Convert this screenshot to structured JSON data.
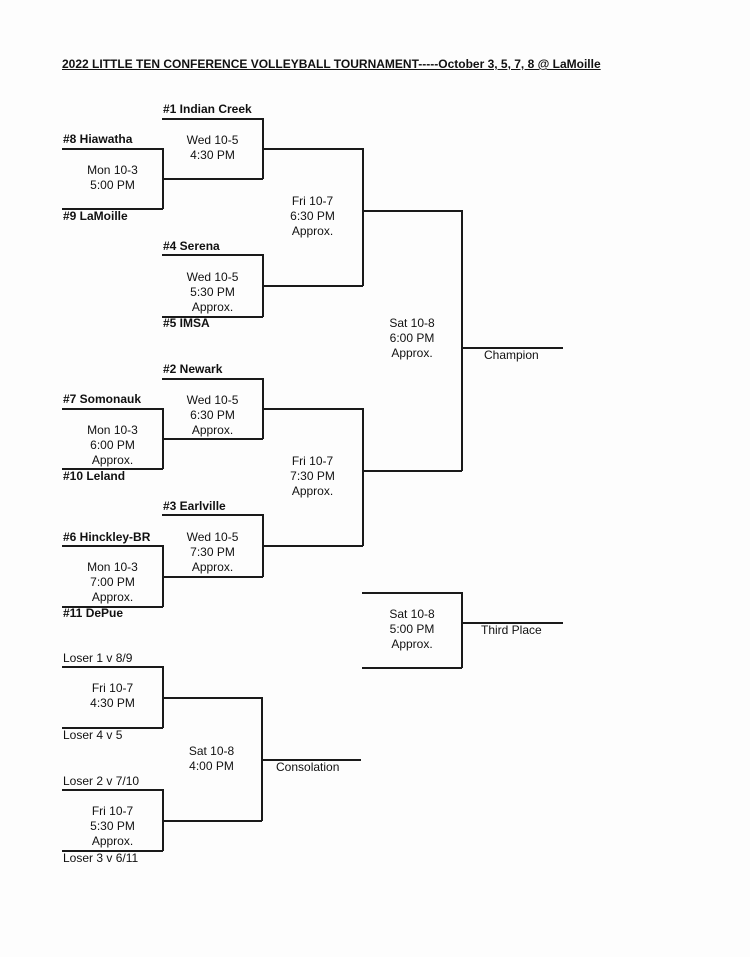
{
  "title": "2022 LITTLE TEN CONFERENCE VOLLEYBALL TOURNAMENT-----October 3, 5, 7, 8 @ LaMoille",
  "teams": {
    "t1": "#1 Indian Creek",
    "t8": "#8 Hiawatha",
    "t9": "#9 LaMoille",
    "t4": "#4 Serena",
    "t5": "#5 IMSA",
    "t2": "#2 Newark",
    "t7": "#7 Somonauk",
    "t10": "#10 Leland",
    "t3": "#3 Earlville",
    "t6": "#6 Hinckley-BR",
    "t11": "#11 DePue"
  },
  "games": {
    "g_mon1": [
      "Mon 10-3",
      "5:00 PM"
    ],
    "g_wed1": [
      "Wed 10-5",
      "4:30 PM"
    ],
    "g_wed4": [
      "Wed 10-5",
      "5:30 PM",
      "Approx."
    ],
    "g_fri1": [
      "Fri 10-7",
      "6:30 PM",
      "Approx."
    ],
    "g_mon2": [
      "Mon 10-3",
      "6:00 PM",
      "Approx."
    ],
    "g_wed2": [
      "Wed 10-5",
      "6:30 PM",
      "Approx."
    ],
    "g_mon3": [
      "Mon 10-3",
      "7:00 PM",
      "Approx."
    ],
    "g_wed3": [
      "Wed 10-5",
      "7:30 PM",
      "Approx."
    ],
    "g_fri2": [
      "Fri 10-7",
      "7:30 PM",
      "Approx."
    ],
    "g_sat_final": [
      "Sat 10-8",
      "6:00 PM",
      "Approx."
    ],
    "g_sat_third": [
      "Sat 10-8",
      "5:00 PM",
      "Approx."
    ],
    "g_fri_c1": [
      "Fri 10-7",
      "4:30 PM"
    ],
    "g_fri_c2": [
      "Fri 10-7",
      "5:30 PM",
      "Approx."
    ],
    "g_sat_cons": [
      "Sat 10-8",
      "4:00 PM"
    ]
  },
  "results": {
    "champion": "Champion",
    "third": "Third Place",
    "consolation": "Consolation"
  },
  "losers": {
    "l1": "Loser 1 v 8/9",
    "l4": "Loser 4 v 5",
    "l2": "Loser 2 v 7/10",
    "l3": "Loser 3 v 6/11"
  }
}
